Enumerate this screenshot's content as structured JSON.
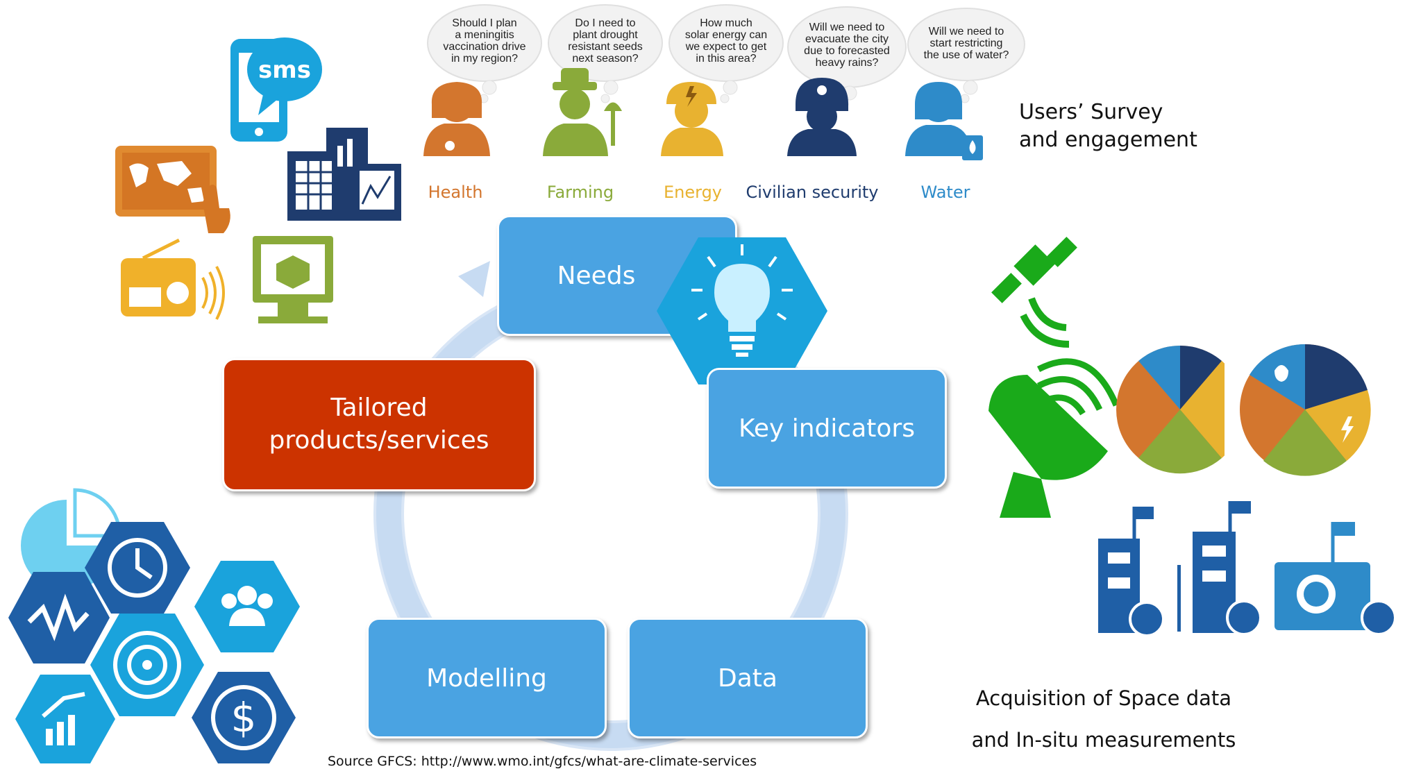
{
  "users": [
    {
      "sector": "Health",
      "color": "#d3762e",
      "question_lines": [
        "Should I plan",
        "a meningitis",
        "vaccination drive",
        "in my region?"
      ]
    },
    {
      "sector": "Farming",
      "color": "#8aaa3a",
      "question_lines": [
        "Do I need to",
        "plant drought",
        "resistant seeds",
        "next season?"
      ]
    },
    {
      "sector": "Energy",
      "color": "#e8b230",
      "question_lines": [
        "How much",
        "solar energy can",
        "we expect to get",
        "in this area?"
      ]
    },
    {
      "sector": "Civilian security",
      "color": "#1f3c6e",
      "question_lines": [
        "Will we need to",
        "evacuate the city",
        "due to forecasted",
        "heavy rains?"
      ]
    },
    {
      "sector": "Water",
      "color": "#2e8bc9",
      "question_lines": [
        "Will we need to",
        "start restricting",
        "the use of water?"
      ]
    }
  ],
  "survey_label": {
    "line1": "Users’ Survey",
    "line2": "and engagement"
  },
  "cycle": {
    "needs": "Needs",
    "key_indicators": "Key indicators",
    "data": "Data",
    "modelling": "Modelling",
    "tailored_line1": "Tailored",
    "tailored_line2": "products/services"
  },
  "acquisition": {
    "line1": "Acquisition of Space data",
    "line2": "and In-situ measurements"
  },
  "sms_label": "sms",
  "source": "Source GFCS: http://www.wmo.int/gfcs/what-are-climate-services",
  "colors": {
    "box_blue": "#4aa3e2",
    "box_red": "#cc3300",
    "ring": "#cfdff3",
    "dark_blue": "#1f5fa6",
    "teal": "#1aa3dc",
    "green": "#1aaa1a"
  }
}
